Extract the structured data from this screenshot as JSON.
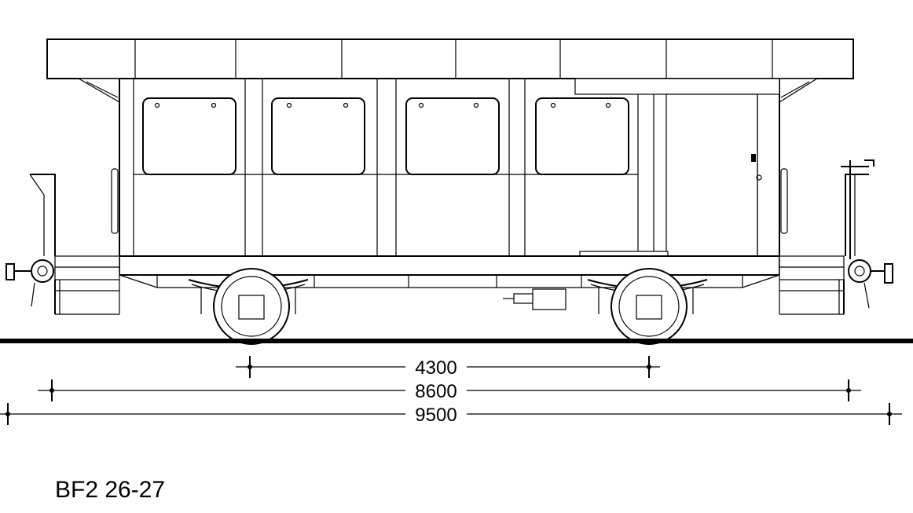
{
  "drawing": {
    "designation": "BF2 26-27",
    "dimensions": [
      {
        "label": "4300"
      },
      {
        "label": "8600"
      },
      {
        "label": "9500"
      }
    ]
  },
  "colors": {
    "line": "#000000",
    "background": "#ffffff"
  }
}
